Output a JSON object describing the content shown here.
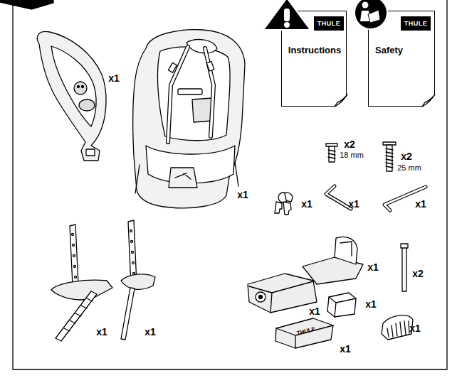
{
  "diagram": {
    "nodes": [
      {
        "text": [
          "Instructions"
        ]
      },
      {
        "text": [
          "THULE"
        ],
        "in": 0
      },
      {
        "text": [
          "Safety"
        ]
      },
      {
        "text": [
          "THULE"
        ],
        "in": 2
      }
    ],
    "labels": [
      "x1",
      "x1",
      "x2",
      "18 mm",
      "x2",
      "25 mm",
      "x1",
      "x1",
      "x1",
      "x1",
      "x2",
      "x1",
      "x1",
      "x1",
      "THULE",
      "x1",
      "x1",
      "x1"
    ]
  }
}
